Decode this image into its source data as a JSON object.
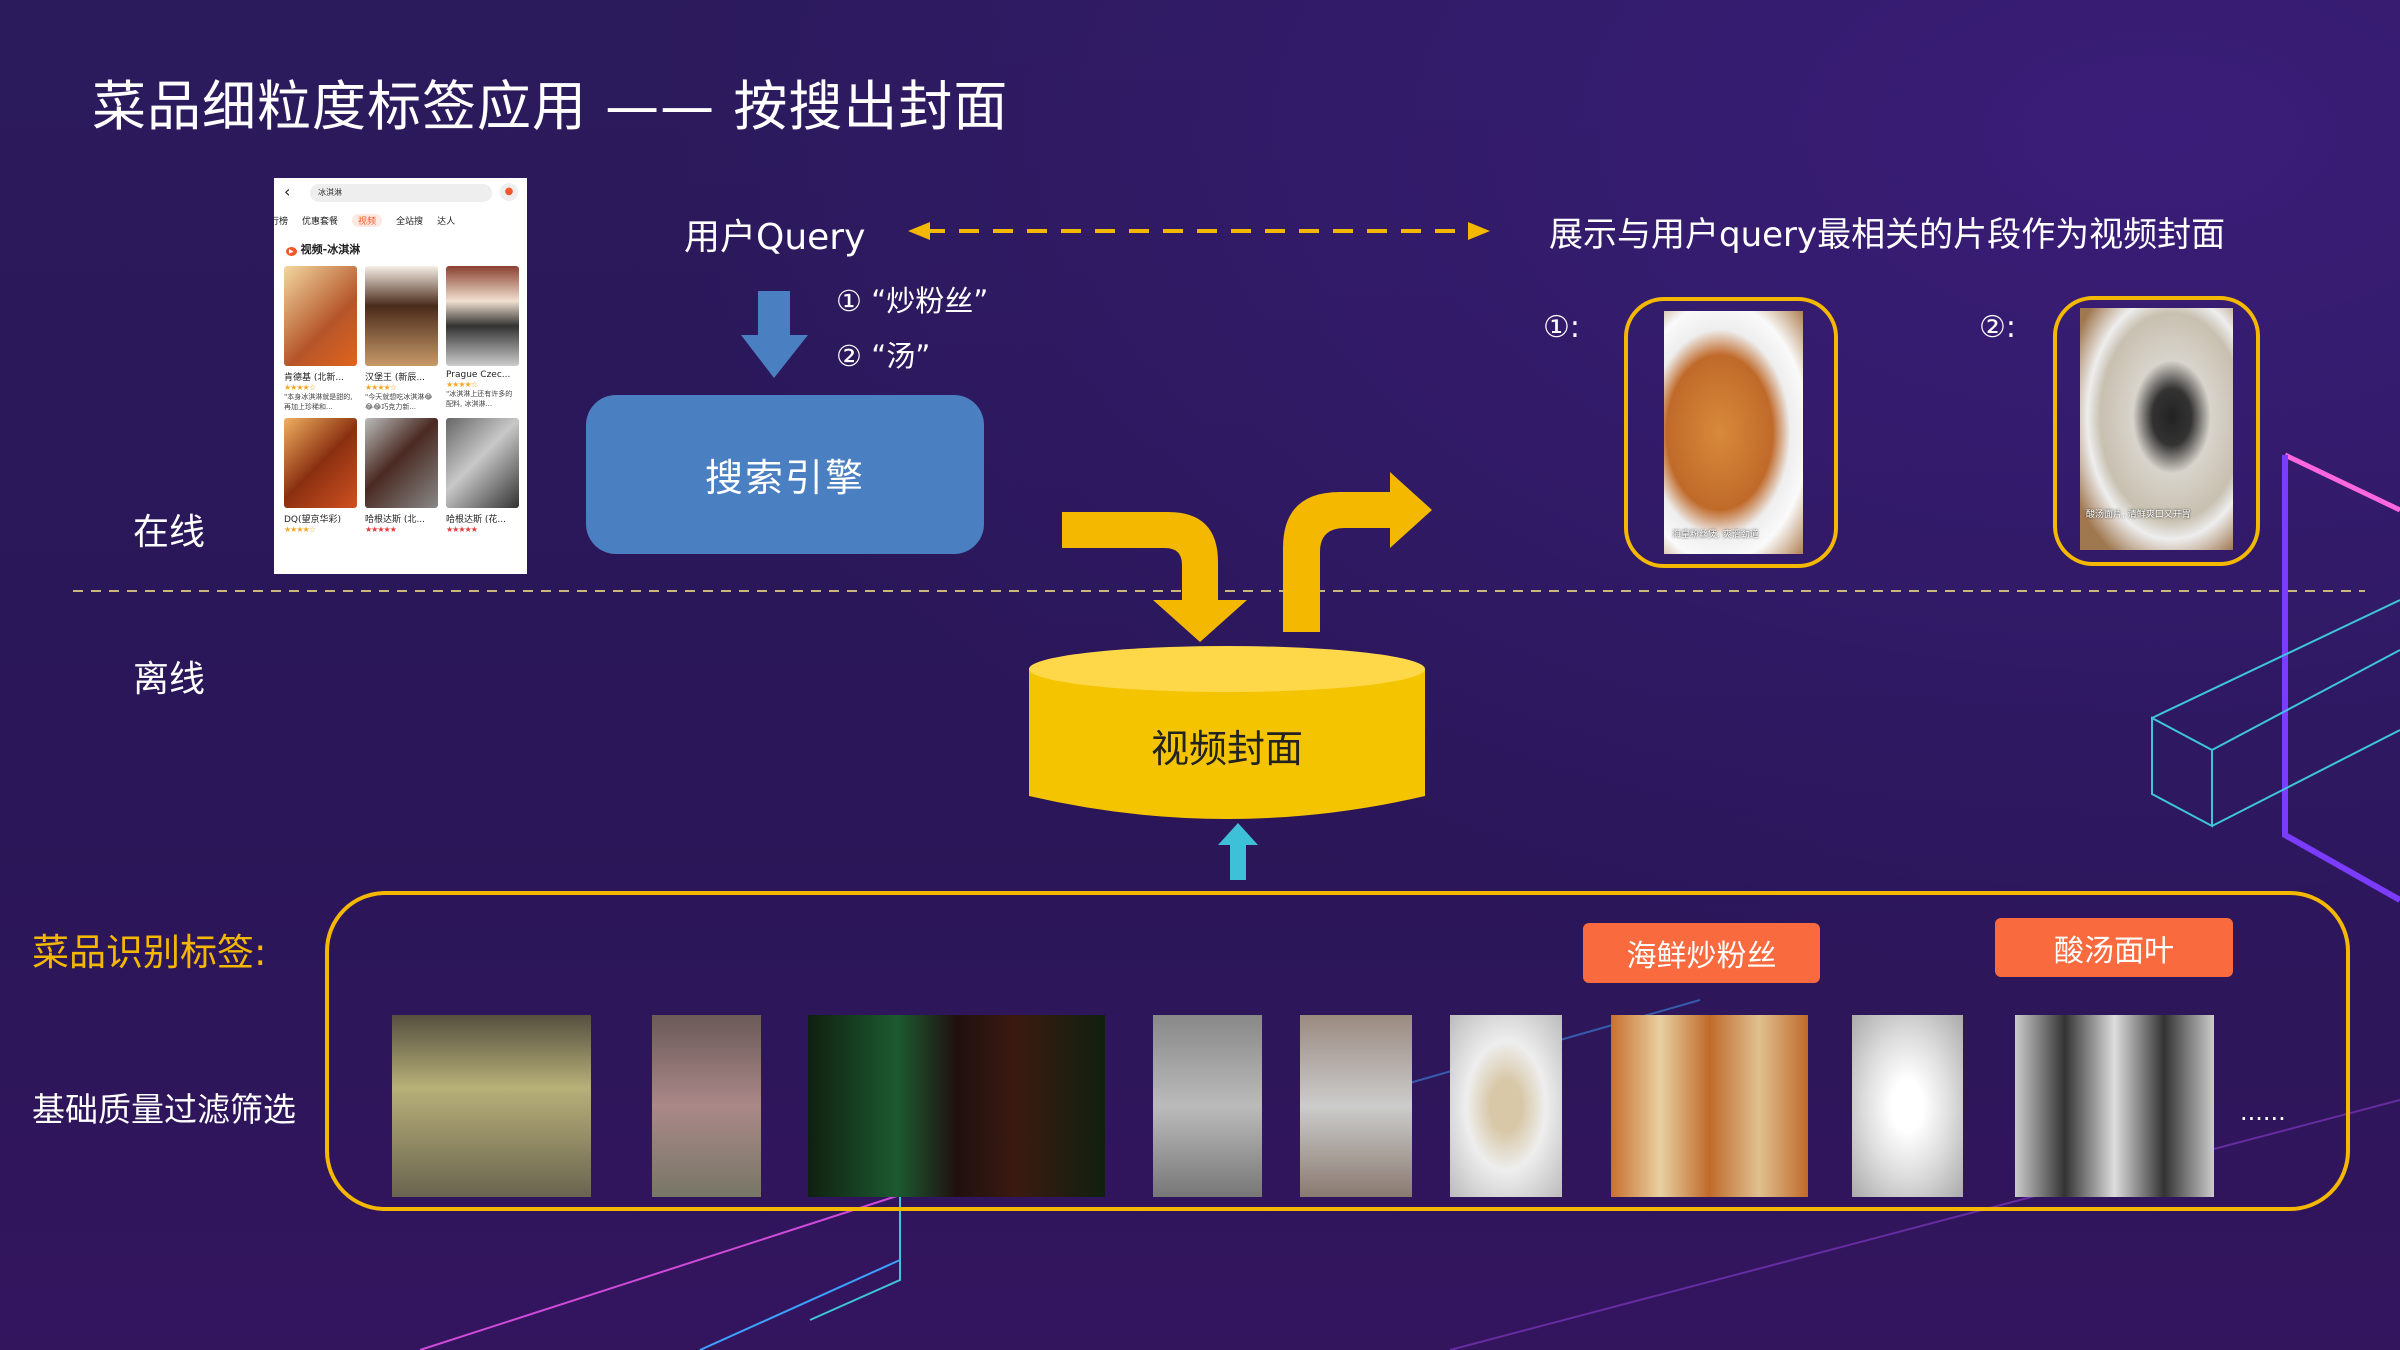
{
  "title": "菜品细粒度标签应用 —— 按搜出封面",
  "phone": {
    "search_value": "冰淇淋",
    "tabs": [
      "行榜",
      "优惠套餐",
      "视频",
      "全站搜",
      "达人"
    ],
    "section": "视频-冰淇淋",
    "items": [
      {
        "name": "肯德基 (北新...",
        "stars": "★★★★☆",
        "desc": "\"本身冰淇淋就是甜的,再加上珍稀和..."
      },
      {
        "name": "汉堡王 (新辰...",
        "stars": "★★★★☆",
        "desc": "\"今天就想吃冰淇淋😂😂😂巧克力新..."
      },
      {
        "name": "Prague Czec...",
        "stars": "★★★★☆",
        "desc": "\"冰淇淋上还有许多的配料, 冰淇淋..."
      },
      {
        "name": "DQ(望京华彩)",
        "stars": "★★★★☆",
        "desc": ""
      },
      {
        "name": "哈根达斯 (北...",
        "stars": "★★★★★",
        "desc": ""
      },
      {
        "name": "哈根达斯 (花...",
        "stars": "★★★★★",
        "desc": ""
      }
    ]
  },
  "flow": {
    "user_query": "用户Query",
    "query1": "①  “炒粉丝”",
    "query2": "②  “汤”",
    "search_engine": "搜索引擎",
    "display_text": "展示与用户query最相关的片段作为视频封面",
    "result1_label": "①:",
    "result2_label": "②:",
    "result1_caption": "海皇粉丝煲, 爽滑劲道",
    "result2_caption": "酸汤面片, 清鲜爽口又开胃",
    "database": "视频封面"
  },
  "labels": {
    "online": "在线",
    "offline": "离线",
    "dish_tag": "菜品识别标签:",
    "quality_filter": "基础质量过滤筛选",
    "ellipsis": "......"
  },
  "tags": [
    "海鲜炒粉丝",
    "酸汤面叶"
  ],
  "colors": {
    "accent": "#f5b800",
    "blue": "#4a7fc1",
    "tag": "#f96a3e",
    "bg": "#2a1658"
  }
}
